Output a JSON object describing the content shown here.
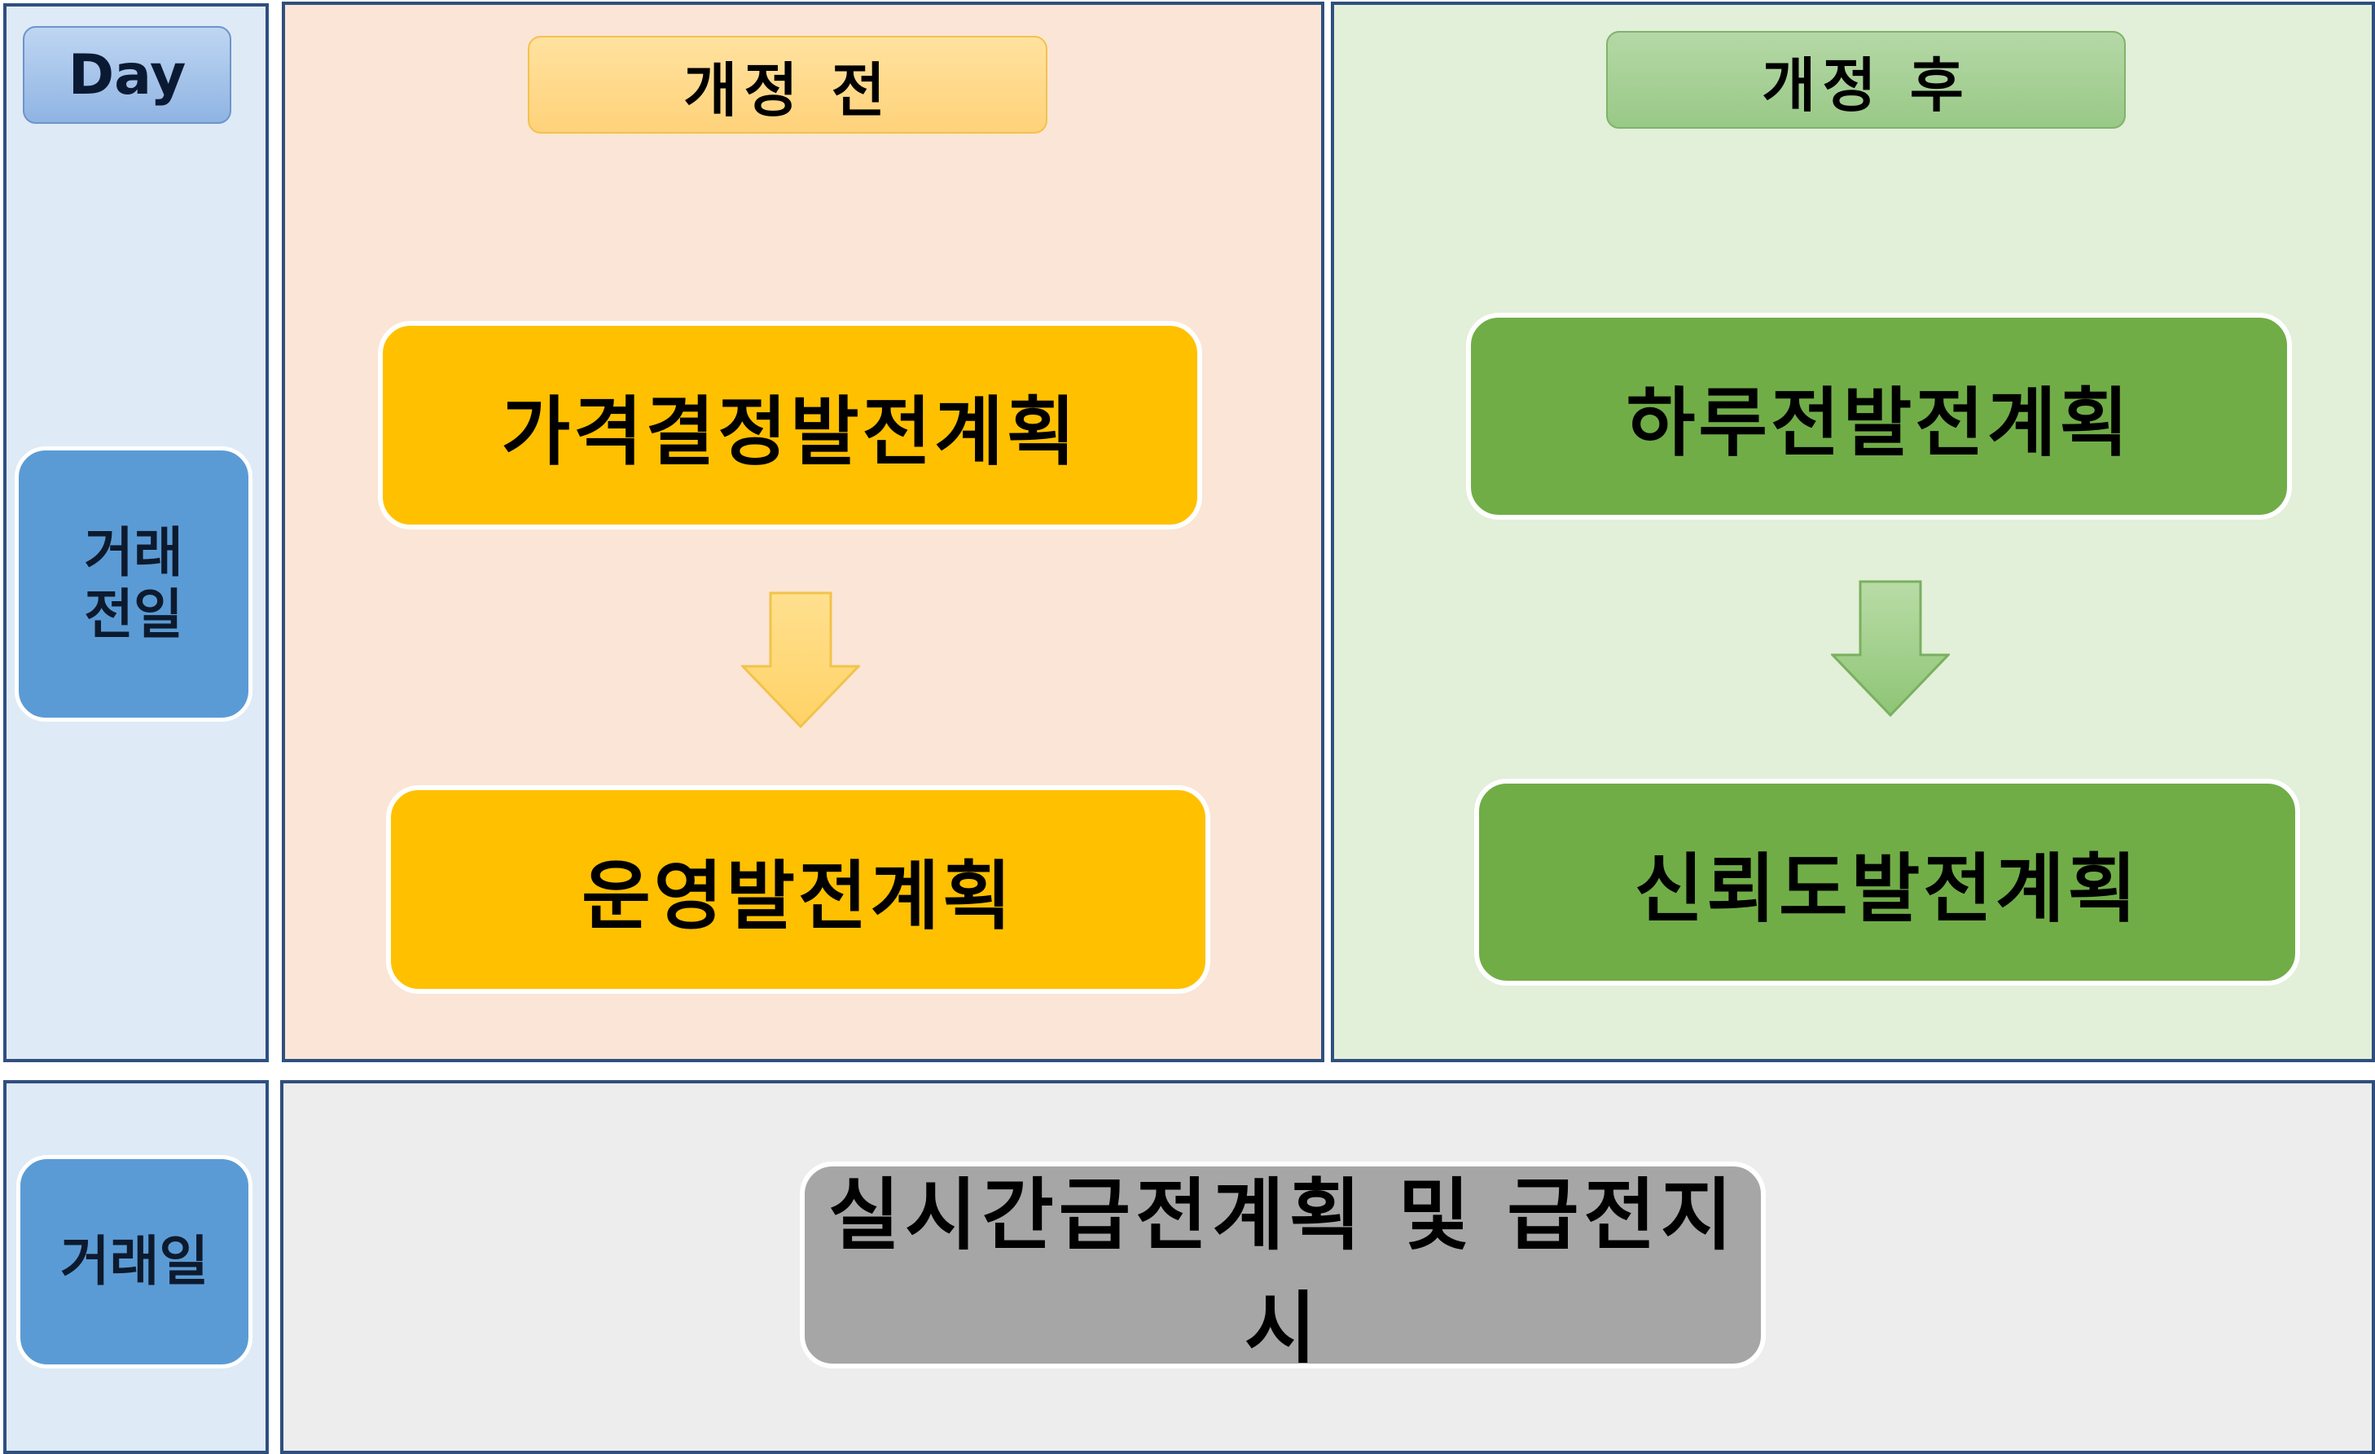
{
  "headers": {
    "day": "Day",
    "before": "개정 전",
    "after": "개정 후"
  },
  "rows": {
    "previous_day": "거래\n전일",
    "trading_day": "거래일"
  },
  "before": {
    "step1": "가격결정발전계획",
    "step2": "운영발전계획"
  },
  "after": {
    "step1": "하루전발전계획",
    "step2": "신뢰도발전계획"
  },
  "trading_day_step": "실시간급전계획 및 급전지시",
  "colors": {
    "day_panel": "#deeaf6",
    "before_panel": "#fbe5d6",
    "after_panel": "#e2efd9",
    "bottom_panel": "#ededed",
    "orange_box": "#ffc000",
    "green_box": "#70ad47",
    "gray_box": "#a6a6a6",
    "side_label": "#5b9bd5",
    "panel_border": "#2f4f7f"
  }
}
